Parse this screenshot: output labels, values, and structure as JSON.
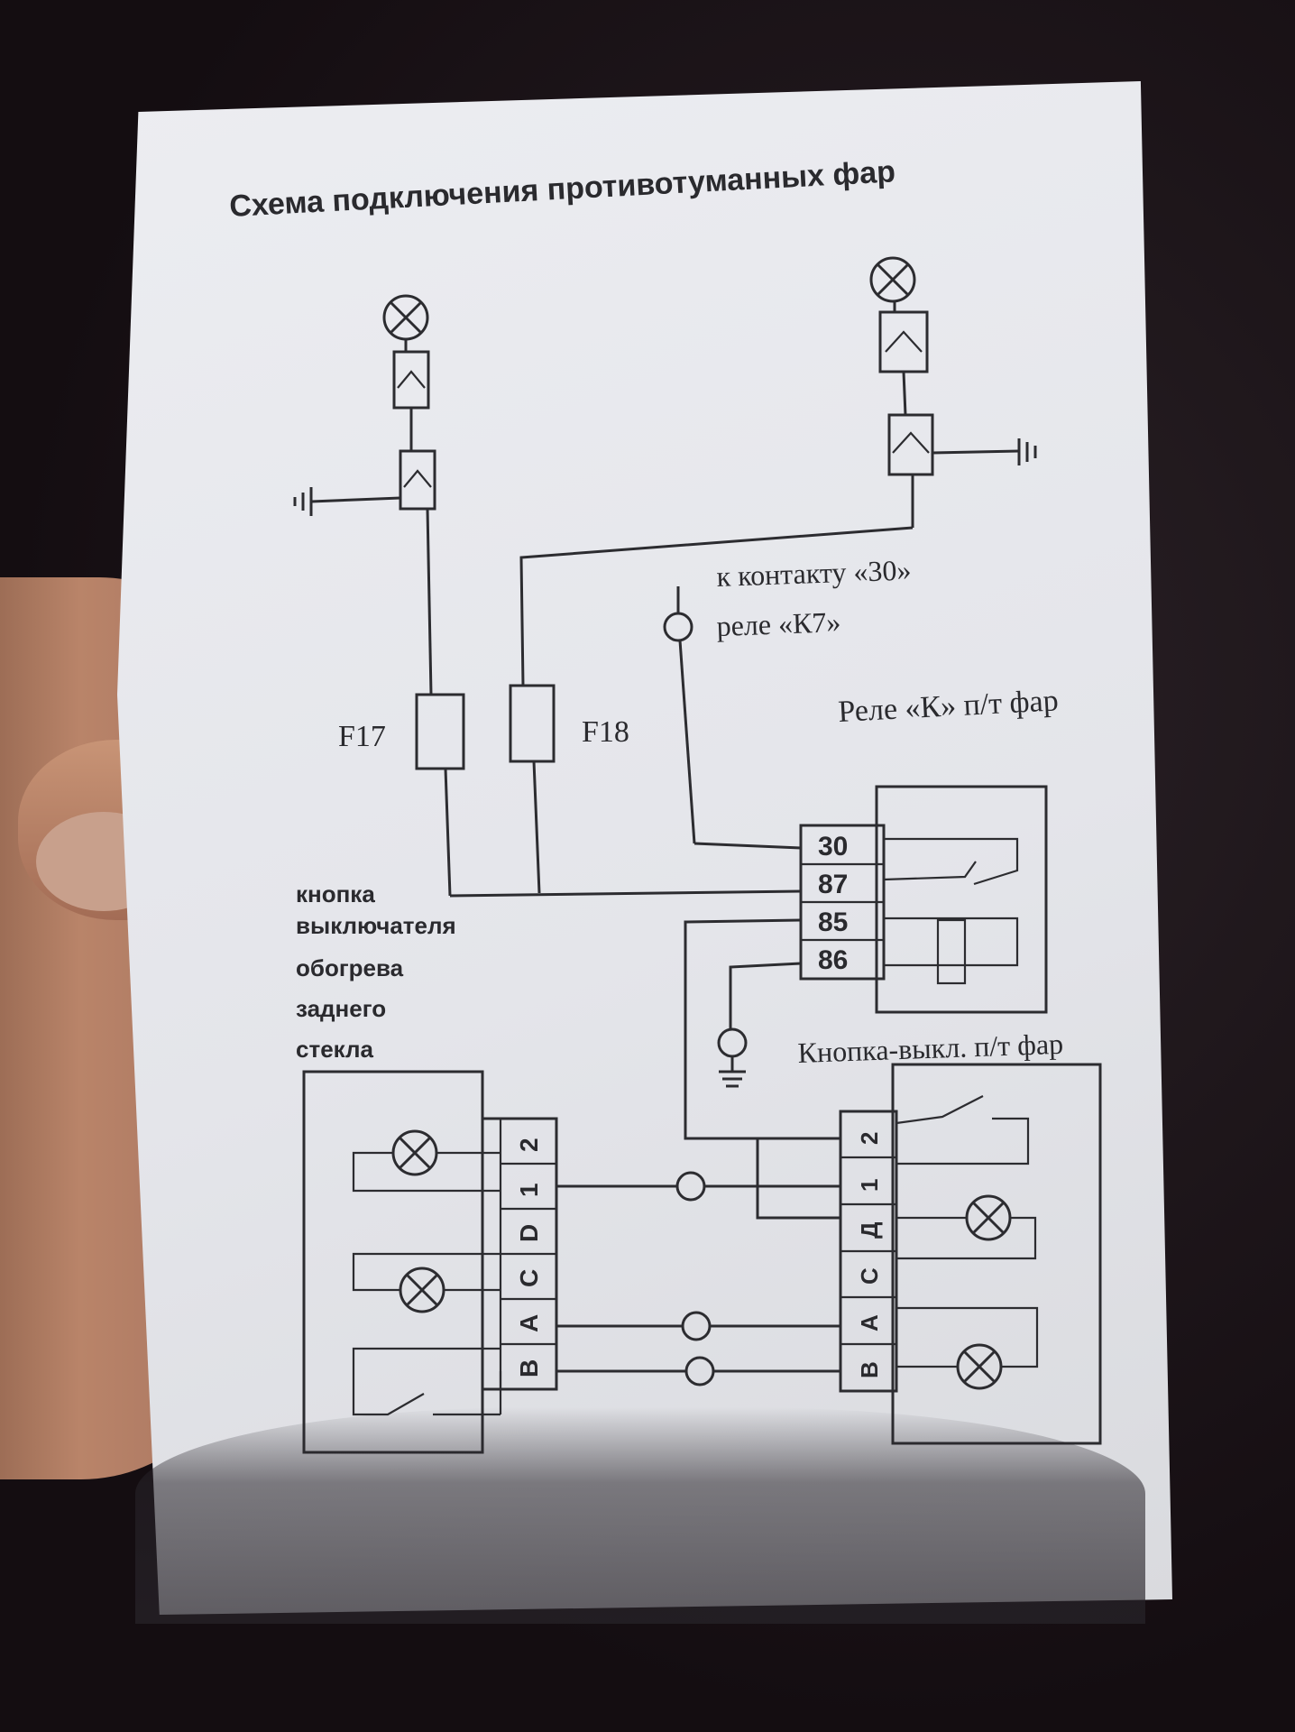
{
  "title": "Схема подключения противотуманных фар",
  "labels": {
    "contact_30_line1": "к контакту «30»",
    "contact_30_line2": "реле «К7»",
    "relay_k": "Реле «К» п/т фар",
    "fuse_f17": "F17",
    "fuse_f18": "F18",
    "rear_window_button": [
      "кнопка",
      "выключателя",
      "обогрева",
      "заднего",
      "стекла"
    ],
    "fog_button": "Кнопка-выкл. п/т фар"
  },
  "relay_terminals": [
    "30",
    "87",
    "85",
    "86"
  ],
  "left_switch_terminals": [
    "2",
    "1",
    "D",
    "C",
    "A",
    "B"
  ],
  "right_switch_terminals": [
    "2",
    "1",
    "Д",
    "С",
    "А",
    "В"
  ],
  "colors": {
    "paper": "#e6e7eb",
    "ink": "#2c2c30",
    "background": "#1a1216"
  }
}
